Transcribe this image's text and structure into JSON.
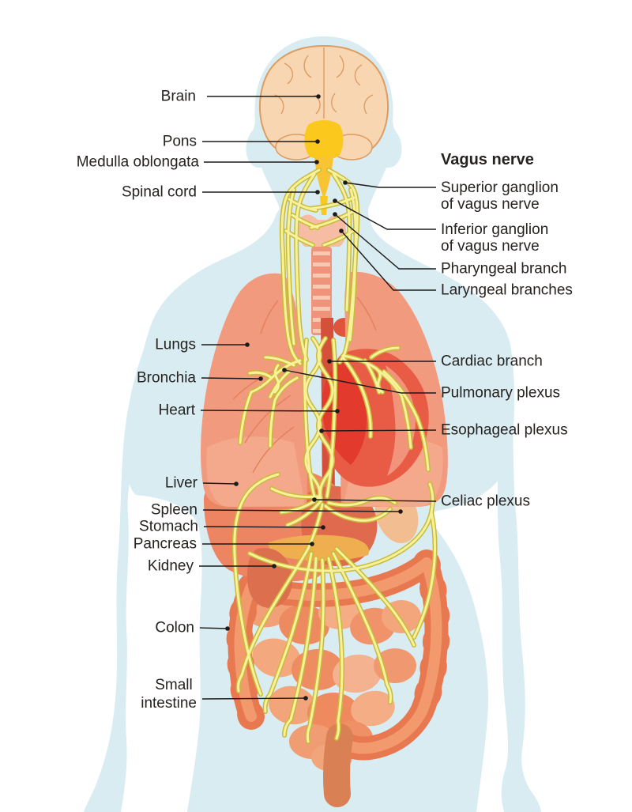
{
  "palette": {
    "background": "#ffffff",
    "body_blue": "#d8ecf2",
    "brain_peach": "#f9d6b2",
    "brain_outline": "#dd9c62",
    "brainstem_gold": "#fbc91d",
    "medulla_gold": "#f9c433",
    "nerve_fill": "#f7f19b",
    "nerve_outline": "#c8bb39",
    "lung_salmon": "#f29a7d",
    "lung_lobe_light": "#f4a98c",
    "lung_vein": "#e5825f",
    "heart_red": "#e85c45",
    "heart_deep_red": "#e23a2c",
    "heart_light": "#f2937c",
    "trachea_salmon": "#ef937a",
    "trachea_band": "#f8c9b2",
    "larynx": "#f6bda4",
    "esophagus_red": "#d4503a",
    "liver": "#ed8462",
    "stomach": "#e06a4e",
    "spleen": "#f3bd92",
    "pancreas": "#efae4f",
    "kidney": "#dc6f4e",
    "colon": "#e87850",
    "colon_inner": "#f2996e",
    "intestine_light": "#f4ad85",
    "intestine_mid": "#f1a077",
    "intestine_dark": "#ee8a5f",
    "rectum": "#d98154",
    "label_text": "#262220",
    "leader_line": "#1d1a19"
  },
  "labels": {
    "brain": "Brain",
    "pons": "Pons",
    "medulla": "Medulla oblongata",
    "spinal_cord": "Spinal cord",
    "lungs": "Lungs",
    "bronchia": "Bronchia",
    "heart": "Heart",
    "liver": "Liver",
    "spleen": "Spleen",
    "stomach": "Stomach",
    "pancreas": "Pancreas",
    "kidney": "Kidney",
    "colon": "Colon",
    "small_intestine_line1": "Small",
    "small_intestine_line2": "intestine",
    "vagus_nerve_heading": "Vagus nerve",
    "superior_ganglion_line1": "Superior ganglion",
    "superior_ganglion_line2": "of vagus nerve",
    "inferior_ganglion_line1": "Inferior ganglion",
    "inferior_ganglion_line2": "of vagus nerve",
    "pharyngeal": "Pharyngeal branch",
    "laryngeal": "Laryngeal branches",
    "cardiac": "Cardiac branch",
    "pulmonary": "Pulmonary plexus",
    "esophageal": "Esophageal plexus",
    "celiac": "Celiac plexus"
  }
}
